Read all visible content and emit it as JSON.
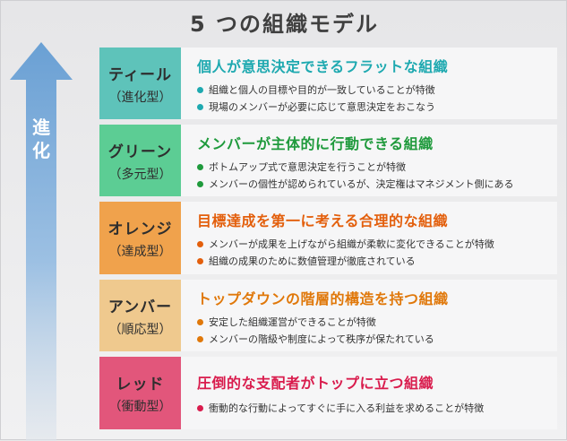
{
  "title": "5 つの組織モデル",
  "arrow_label": [
    "進",
    "化"
  ],
  "colors": {
    "arrow": "#6ea2d6",
    "teal": "#5ec3ba",
    "green": "#5ccd94",
    "orange": "#f0a24c",
    "amber": "#efc98e",
    "red": "#e2567b",
    "teal_text": "#1ea9b0",
    "green_text": "#1f9a3c",
    "orange_text": "#e35f0c",
    "amber_text": "#e0780a",
    "red_text": "#d91c4d"
  },
  "models": [
    {
      "name": "ティール",
      "type": "（進化型）",
      "heading": "個人が意思決定できるフラットな組織",
      "points": [
        "組織と個人の目標や目的が一致していることが特徴",
        "現場のメンバーが必要に応じて意思決定をおこなう"
      ]
    },
    {
      "name": "グリーン",
      "type": "（多元型）",
      "heading": "メンバーが主体的に行動できる組織",
      "points": [
        "ボトムアップ式で意思決定を行うことが特徴",
        "メンバーの個性が認められているが、決定権はマネジメント側にある"
      ]
    },
    {
      "name": "オレンジ",
      "type": "（達成型）",
      "heading": "目標達成を第一に考える合理的な組織",
      "points": [
        "メンバーが成果を上げながら組織が柔軟に変化できることが特徴",
        "組織の成果のために数値管理が徹底されている"
      ]
    },
    {
      "name": "アンバー",
      "type": "（順応型）",
      "heading": "トップダウンの階層的構造を持つ組織",
      "points": [
        "安定した組織運営ができることが特徴",
        "メンバーの階級や制度によって秩序が保たれている"
      ]
    },
    {
      "name": "レッド",
      "type": "（衝動型）",
      "heading": "圧倒的な支配者がトップに立つ組織",
      "points": [
        "衝動的な行動によってすぐに手に入る利益を求めることが特徴"
      ]
    }
  ]
}
